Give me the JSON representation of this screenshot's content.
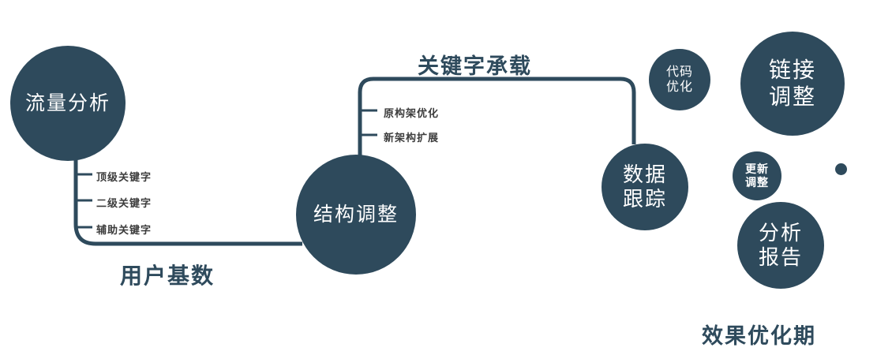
{
  "colors": {
    "node": "#2E4A5C",
    "line": "#2E4A5C",
    "edge_label": "#2E4A5C",
    "tick_label": "#3C3C3C"
  },
  "nodes": {
    "traffic_analysis": {
      "label": "流量分析"
    },
    "structure_adjust": {
      "label": "结构调整"
    },
    "data_tracking": {
      "label": "数据\n跟踪"
    },
    "code_optimize": {
      "label": "代码\n优化"
    },
    "link_adjust": {
      "label": "链接\n调整"
    },
    "update_adjust": {
      "label": "更新\n调整"
    },
    "analysis_report": {
      "label": "分析\n报告"
    }
  },
  "edge_labels": {
    "user_base": "用户基数",
    "keyword_carry": "关键字承载"
  },
  "stage_label": "效果优化期",
  "branch_labels": {
    "left": [
      "顶级关键字",
      "二级关键字",
      "辅助关键字"
    ],
    "middle": [
      "原构架优化",
      "新架构扩展"
    ]
  }
}
